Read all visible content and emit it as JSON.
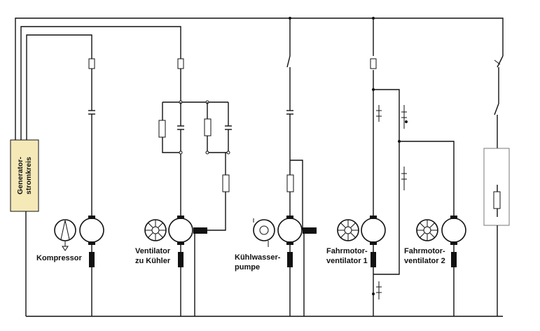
{
  "generator": {
    "line1": "Generator-",
    "line2": "stromkreis"
  },
  "labels": {
    "kompressor": "Kompressor",
    "ventilator_l1": "Ventilator",
    "ventilator_l2": "zu Kühler",
    "pumpe_l1": "Kühlwasser-",
    "pumpe_l2": "pumpe",
    "fahr1_l1": "Fahrmotor-",
    "fahr1_l2": "ventilator 1",
    "fahr2_l1": "Fahrmotor-",
    "fahr2_l2": "ventilator 2"
  },
  "colors": {
    "generator_fill": "#f5e9b8",
    "line": "#111111"
  }
}
